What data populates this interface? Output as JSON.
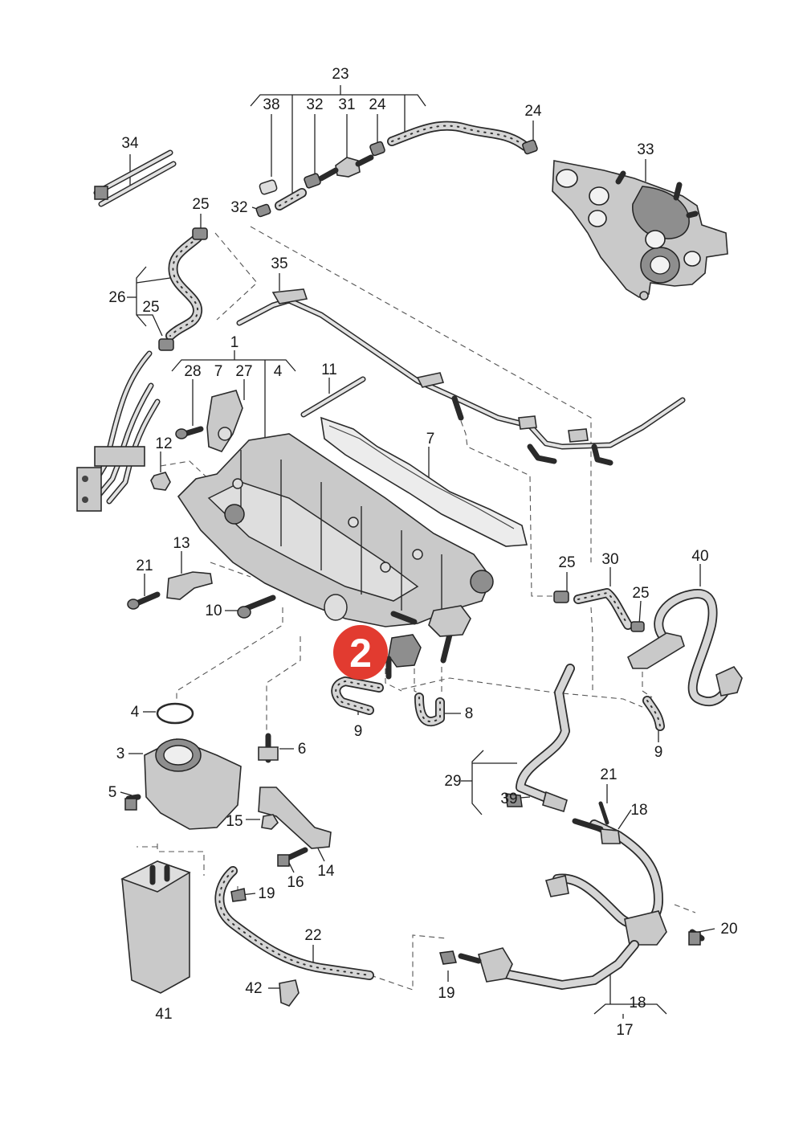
{
  "callout": {
    "number": "2",
    "color": "#e23b30"
  },
  "labels": {
    "l23": "23",
    "l38": "38",
    "l32a": "32",
    "l31": "31",
    "l24a": "24",
    "l24b": "24",
    "l33": "33",
    "l34": "34",
    "l32b": "32",
    "l25a": "25",
    "l35": "35",
    "l26": "26",
    "l25b": "25",
    "l1": "1",
    "l28": "28",
    "l7a": "7",
    "l27": "27",
    "l4a": "4",
    "l11": "11",
    "l12": "12",
    "l7b": "7",
    "l13": "13",
    "l21a": "21",
    "l10": "10",
    "l25c": "25",
    "l30": "30",
    "l40": "40",
    "l25d": "25",
    "l9a": "9",
    "l8": "8",
    "l9b": "9",
    "l4b": "4",
    "l3": "3",
    "l6": "6",
    "l5": "5",
    "l15": "15",
    "l14": "14",
    "l16": "16",
    "l29": "29",
    "l39": "39",
    "l21b": "21",
    "l18a": "18",
    "l19a": "19",
    "l20": "20",
    "l22": "22",
    "l42": "42",
    "l41": "41",
    "l19b": "19",
    "l18b": "18",
    "l17": "17"
  }
}
